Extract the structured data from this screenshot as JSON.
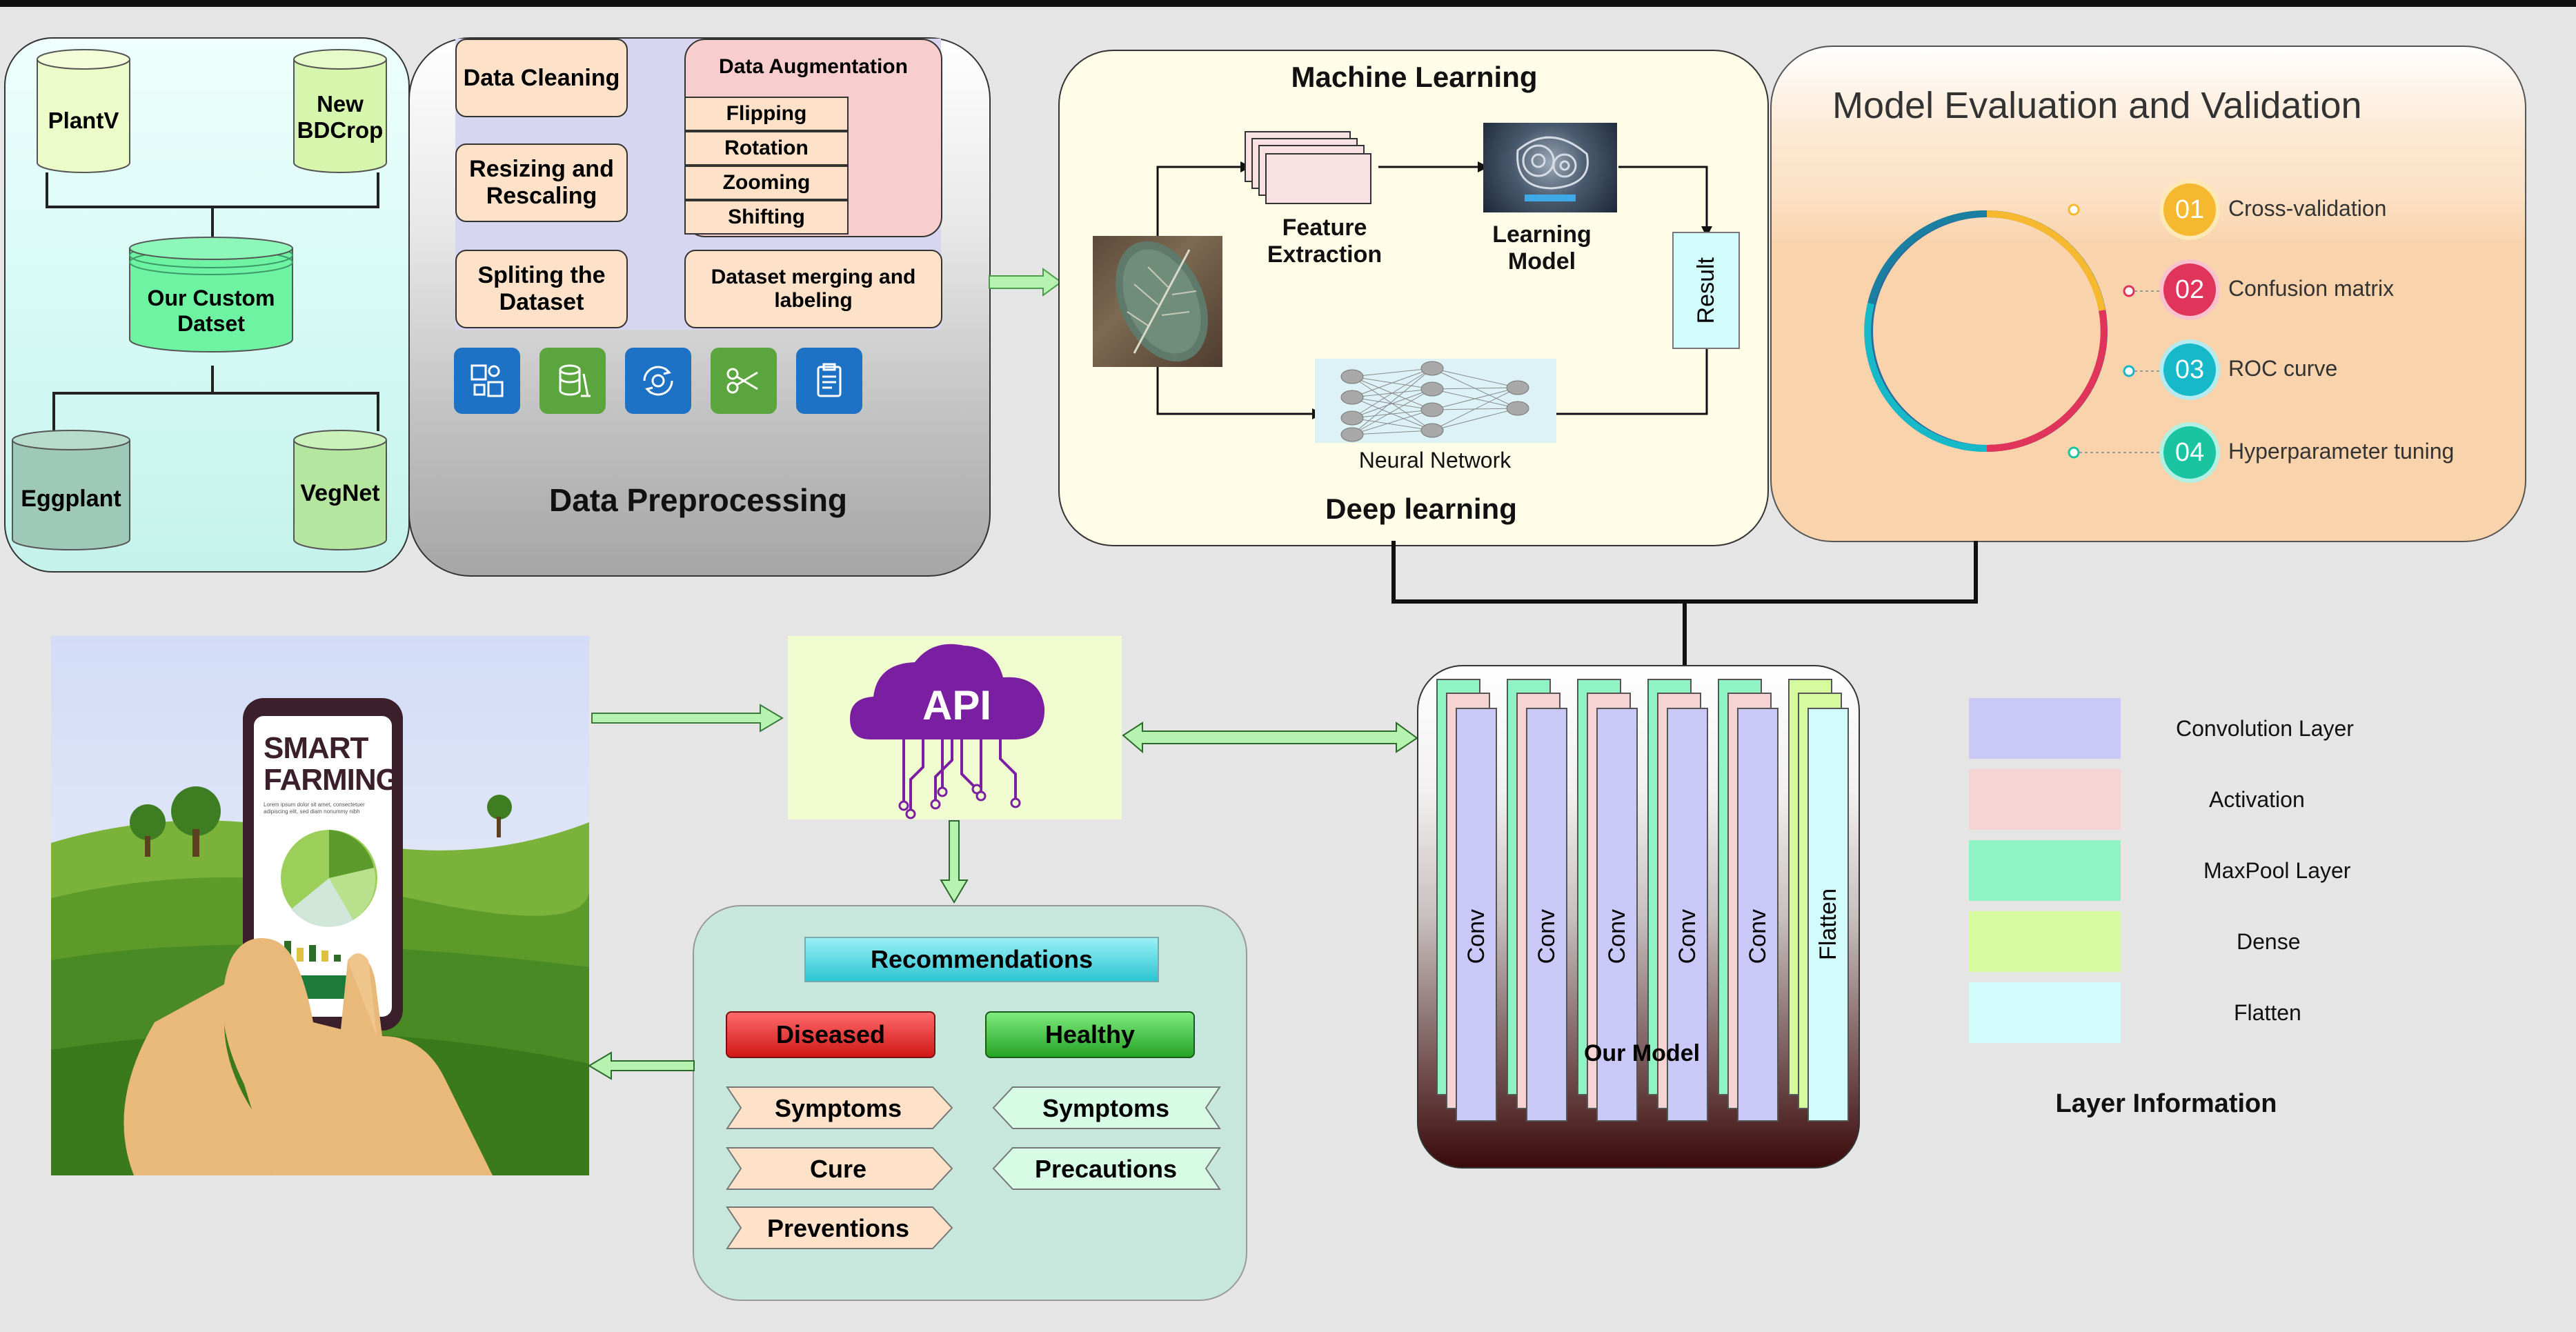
{
  "datasets": {
    "plantv": "PlantV",
    "new_bdcrop": "New BDCrop",
    "custom": "Our  Custom Datset",
    "eggplant": "Eggplant",
    "vegnet": "VegNet"
  },
  "preprocessing": {
    "title": "Data Preprocessing",
    "cleaning": "Data Cleaning",
    "resizing": "Resizing and Rescaling",
    "splitting": "Spliting the Dataset",
    "augmentation": "Data Augmentation",
    "aug_items": [
      "Flipping",
      "Rotation",
      "Zooming",
      "Shifting"
    ],
    "merging": "Dataset merging and labeling"
  },
  "ml": {
    "title": "Machine Learning",
    "feature": "Feature Extraction",
    "learning_model": "Learning Model",
    "result": "Result",
    "neural": "Neural Network",
    "deep": "Deep learning"
  },
  "evaluation": {
    "title": "Model Evaluation and Validation",
    "items": [
      {
        "num": "01",
        "label": "Cross-validation",
        "color": "#f5b82e"
      },
      {
        "num": "02",
        "label": "Confusion matrix",
        "color": "#e0345a"
      },
      {
        "num": "03",
        "label": "ROC curve",
        "color": "#17b8c7"
      },
      {
        "num": "04",
        "label": "Hyperparameter tuning",
        "color": "#1bc4a0"
      }
    ]
  },
  "phone": {
    "line1": "SMART",
    "line2": "FARMING",
    "small": "Lorem ipsum dolor sit amet, consectetuer adipiscing elit, sed diam nonummy nibh"
  },
  "api": {
    "label": "API"
  },
  "recommendations": {
    "title": "Recommendations",
    "diseased": "Diseased",
    "healthy": "Healthy",
    "diseased_items": [
      "Symptoms",
      "Cure",
      "Preventions"
    ],
    "healthy_items": [
      "Symptoms",
      "Precautions"
    ]
  },
  "model": {
    "caption": "Our Model",
    "layers": [
      "Conv",
      "Conv",
      "Conv",
      "Conv",
      "Conv",
      "Flatten"
    ]
  },
  "legend": {
    "title": "Layer Information",
    "items": [
      {
        "label": "Convolution Layer",
        "color": "#c9c8f6"
      },
      {
        "label": "Activation",
        "color": "#f7d4d4"
      },
      {
        "label": "MaxPool Layer",
        "color": "#8ff3c4"
      },
      {
        "label": "Dense",
        "color": "#d6fb9e"
      },
      {
        "label": "Flatten",
        "color": "#d2fbfb"
      }
    ]
  }
}
